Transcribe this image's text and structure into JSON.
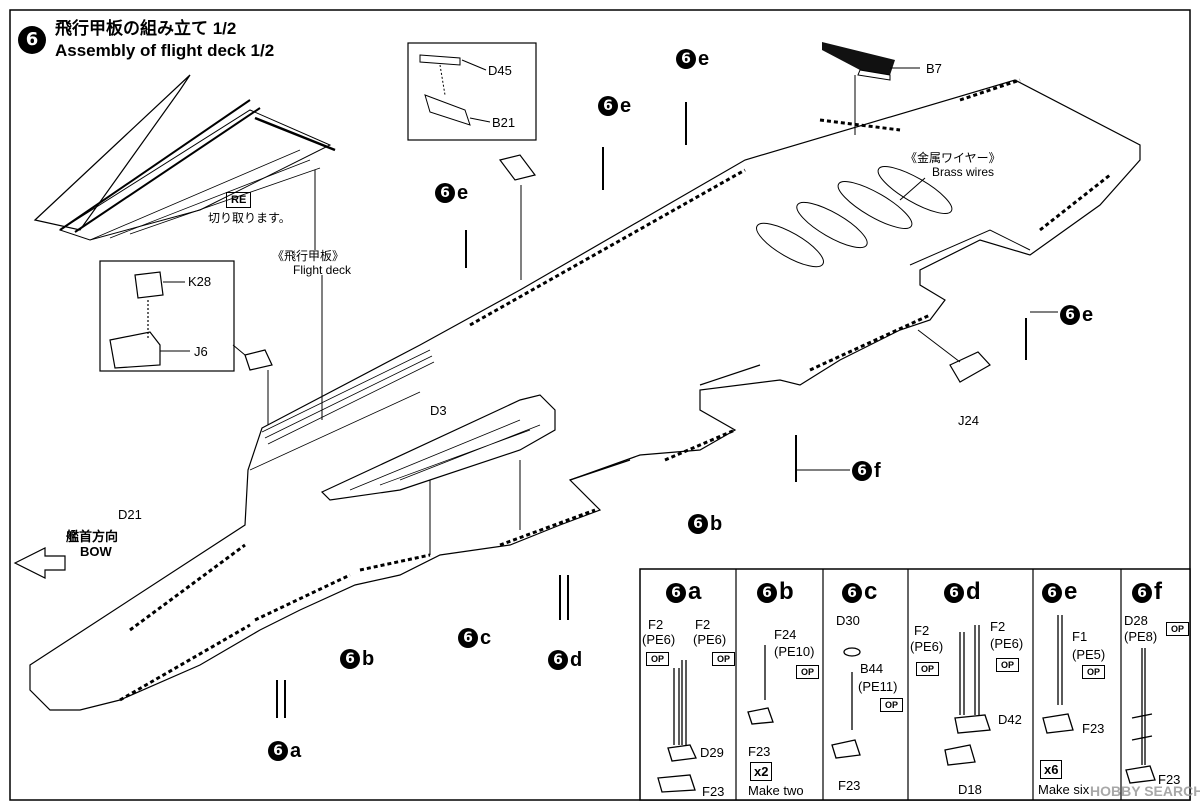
{
  "header": {
    "step": "6",
    "title_jp": "飛行甲板の組み立て 1/2",
    "title_en": "Assembly of flight deck 1/2"
  },
  "main_labels": {
    "re_stamp": "RE",
    "cut_off": "切り取ります。",
    "flight_deck_jp": "《飛行甲板》",
    "flight_deck_en": "Flight deck",
    "brass_wires_jp": "《金属ワイヤー》",
    "brass_wires_en": "Brass wires",
    "bow_jp": "艦首方向",
    "bow_en": "BOW"
  },
  "parts": {
    "d45": "D45",
    "b21": "B21",
    "b7": "B7",
    "k28": "K28",
    "j6": "J6",
    "d3": "D3",
    "j24": "J24",
    "d21": "D21"
  },
  "step_refs": {
    "a": "a",
    "b": "b",
    "c": "c",
    "d": "d",
    "e": "e",
    "f": "f"
  },
  "subpanels": [
    {
      "id": "a",
      "labels": [
        "F2",
        "(PE6)",
        "F2",
        "(PE6)",
        "D29",
        "F23"
      ]
    },
    {
      "id": "b",
      "labels": [
        "F24",
        "(PE10)",
        "F23",
        "x2",
        "Make two"
      ]
    },
    {
      "id": "c",
      "labels": [
        "D30",
        "B44",
        "(PE11)",
        "F23"
      ]
    },
    {
      "id": "d",
      "labels": [
        "F2",
        "(PE6)",
        "F2",
        "(PE6)",
        "D42",
        "D18"
      ]
    },
    {
      "id": "e",
      "labels": [
        "F1",
        "(PE5)",
        "F23",
        "x6",
        "Make six"
      ]
    },
    {
      "id": "f",
      "labels": [
        "D28",
        "(PE8)",
        "F23"
      ]
    }
  ],
  "op_stamp": "OP",
  "watermark": "HOBBY SEARCH"
}
